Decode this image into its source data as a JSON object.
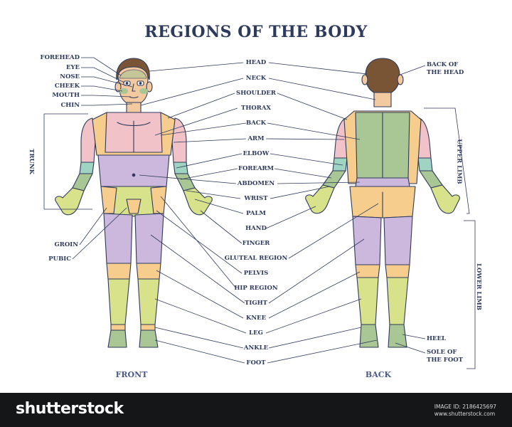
{
  "title": "REGIONS OF THE BODY",
  "labels": {
    "forehead": "FOREHEAD",
    "eye": "EYE",
    "nose": "NOSE",
    "cheek": "CHEEK",
    "mouth": "MOUTH",
    "chin": "CHIN",
    "trunk": "TRUNK",
    "groin": "GROIN",
    "pubic": "PUBIC",
    "head": "HEAD",
    "neck": "NECK",
    "shoulder": "SHOULDER",
    "thorax": "THORAX",
    "back": "BACK",
    "arm": "ARM",
    "elbow": "ELBOW",
    "forearm": "FOREARM",
    "abdomen": "ABDOMEN",
    "wrist": "WRIST",
    "palm": "PALM",
    "hand": "HAND",
    "finger": "FINGER",
    "gluteal": "GLUTEAL REGION",
    "pelvis": "PELVIS",
    "hip": "HIP REGION",
    "tight": "TIGHT",
    "knee": "KNEE",
    "leg": "LEG",
    "ankle": "ANKLE",
    "foot": "FOOT",
    "back_of_head_1": "BACK OF",
    "back_of_head_2": "THE HEAD",
    "upper_limb": "UPPER LIMB",
    "lower_limb": "LOWER LIMB",
    "heel": "HEEL",
    "sole_1": "SOLE OF",
    "sole_2": "THE FOOT"
  },
  "captions": {
    "front": "FRONT",
    "back": "BACK"
  },
  "footer": {
    "brand": "shutterstock",
    "image_id": "IMAGE ID: 2186425697",
    "site": "www.shutterstock.com"
  },
  "colors": {
    "outline": "#2e3a5c",
    "skin": "#f3c9a0",
    "pink": "#f1c3c8",
    "purple": "#cbb8dc",
    "green": "#a9c795",
    "yellowgreen": "#d8e28a",
    "orange": "#f7cd8e",
    "teal": "#9fd4c3",
    "hair": "#7a5535",
    "footer_bg": "#151618"
  }
}
